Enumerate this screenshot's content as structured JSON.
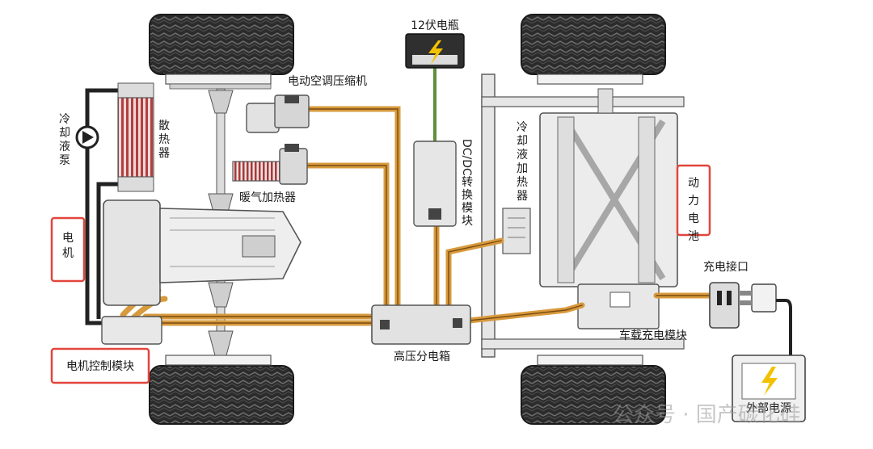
{
  "labels": {
    "battery_12v": "12伏电瓶",
    "ac_compressor": "电动空调压缩机",
    "coolant_pump": "冷却液泵",
    "radiator": "散热器",
    "heater": "暖气加热器",
    "dcdc": "DC/DC转换模块",
    "coolant_heater": "冷却液加热器",
    "power_battery": "动力电池",
    "motor": "电机",
    "charge_port": "充电接口",
    "motor_controller": "电机控制模块",
    "hv_box": "高压分电箱",
    "onboard_charger": "车载充电模块",
    "external_power": "外部电源"
  },
  "watermark": "公众号 · 国产碳化硅",
  "colors": {
    "hv_cable": "#d79a3c",
    "hv_cable_core": "#7a4a12",
    "highlight_box": "#e2453c",
    "tire": "#2b2b2b",
    "low_voltage_wire": "#5f8f3a",
    "bolt": "#f2c200",
    "component_fill": "#e8e8e8",
    "component_stroke": "#555555"
  }
}
